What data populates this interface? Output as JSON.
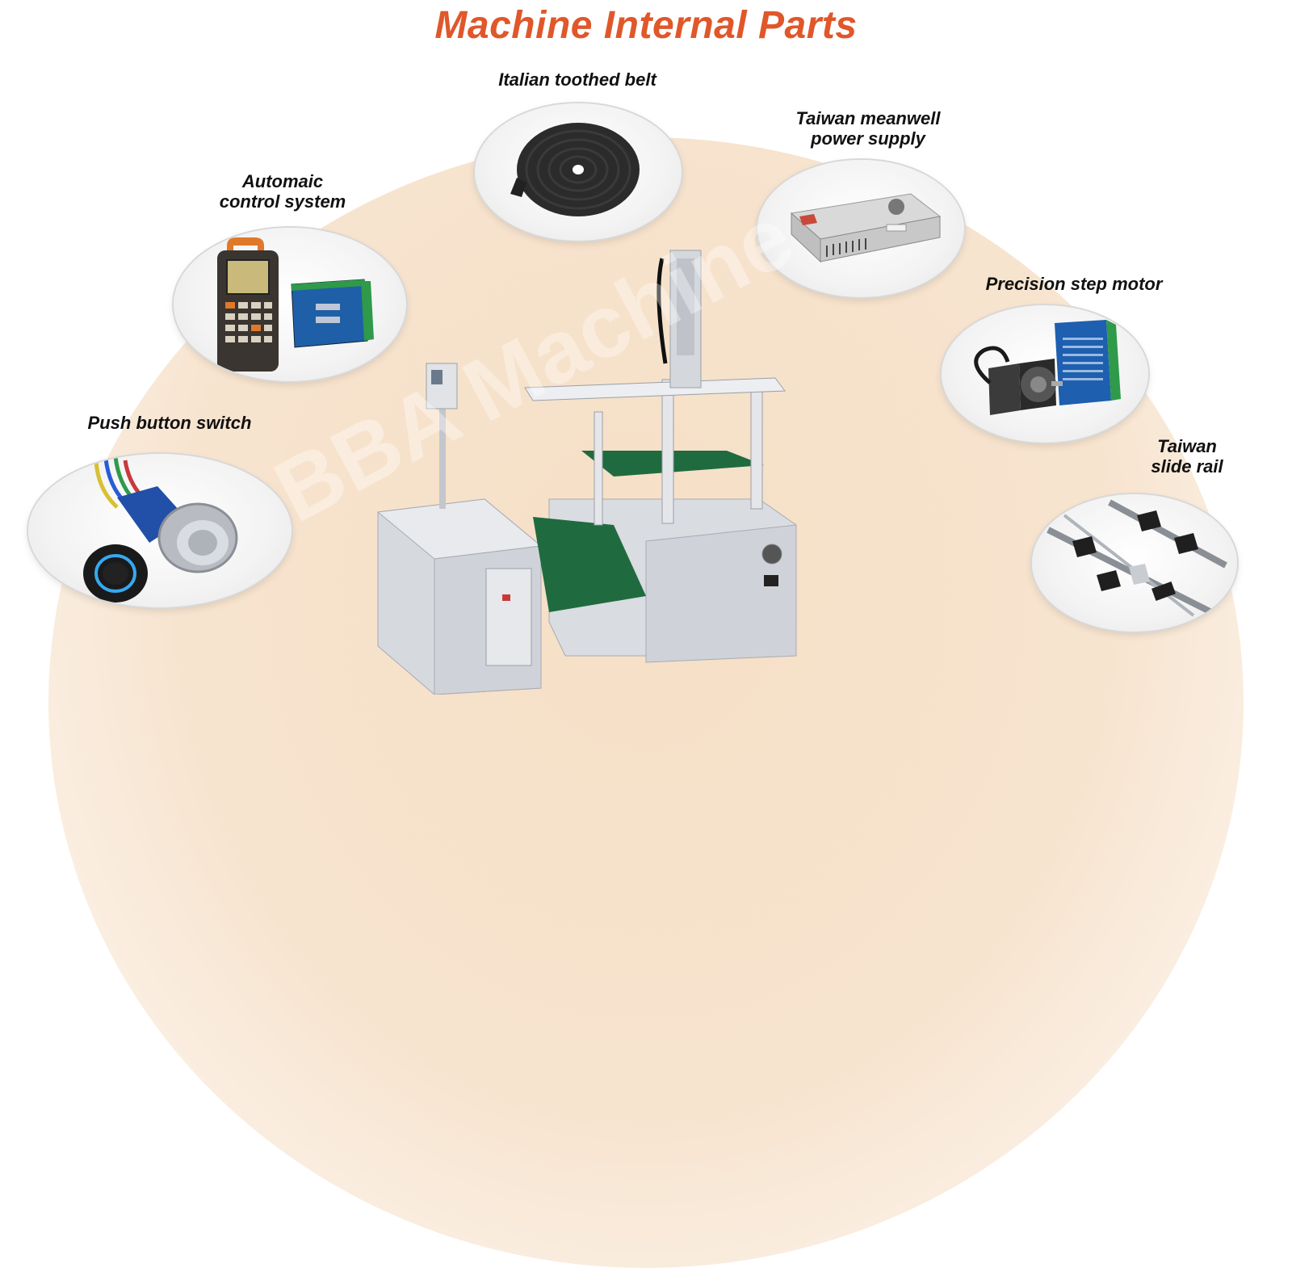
{
  "title": "Machine Internal Parts",
  "watermark": "BBA Machine",
  "colors": {
    "title": "#e0572a",
    "background_arc": "#f6dfc6"
  },
  "parts": [
    {
      "id": "belt",
      "label_lines": [
        "Italian toothed belt"
      ],
      "icon": "toothed-belt-icon"
    },
    {
      "id": "power",
      "label_lines": [
        "Taiwan meanwell",
        "power supply"
      ],
      "icon": "power-supply-icon"
    },
    {
      "id": "control",
      "label_lines": [
        "Automaic",
        "control system"
      ],
      "icon": "control-system-icon"
    },
    {
      "id": "motor",
      "label_lines": [
        "Precision step motor"
      ],
      "icon": "step-motor-icon"
    },
    {
      "id": "switch",
      "label_lines": [
        "Push button switch"
      ],
      "icon": "push-button-icon"
    },
    {
      "id": "rail",
      "label_lines": [
        "Taiwan",
        "slide rail"
      ],
      "icon": "slide-rail-icon"
    }
  ]
}
